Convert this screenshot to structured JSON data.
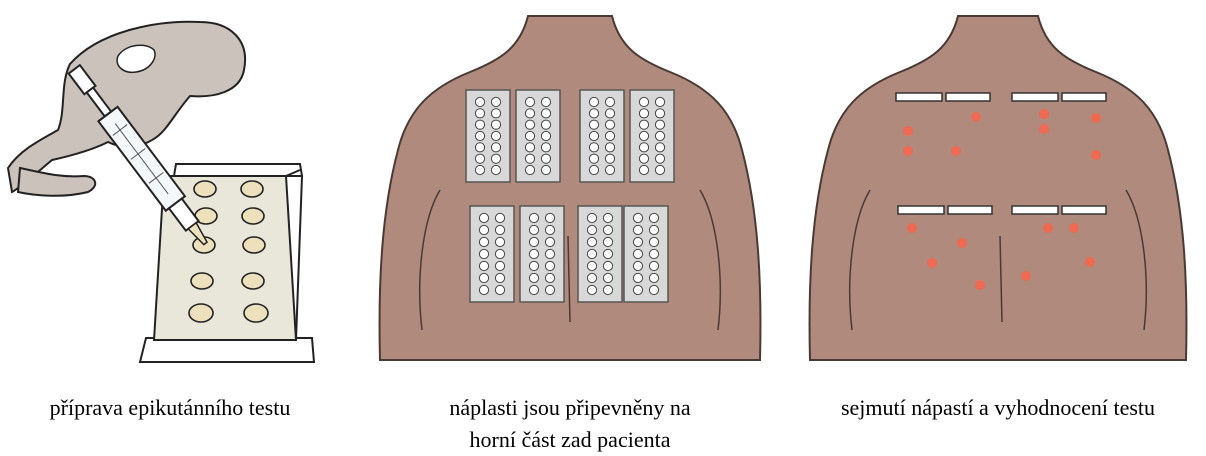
{
  "colors": {
    "skin": "#b08a7c",
    "skin_outline": "#4a3a36",
    "patch": "#d8d8d8",
    "patch_outline": "#555555",
    "reaction": "#ee6a52",
    "strip": "#ffffff",
    "hand": "#ccc2bc",
    "tray": "#e9e6da",
    "cup_fill": "#ece0bd"
  },
  "panels": [
    {
      "name": "preparation",
      "illustration": "syringe-filling-test-chambers",
      "caption_lines": [
        "příprava epikutánního testu"
      ]
    },
    {
      "name": "application",
      "illustration": "patches-on-upper-back",
      "caption_lines": [
        "náplasti jsou připevněny na",
        "horní část zad pacienta"
      ]
    },
    {
      "name": "evaluation",
      "illustration": "back-with-reactions",
      "caption_lines": [
        "sejmutí nápastí a vyhodnocení testu"
      ]
    }
  ]
}
